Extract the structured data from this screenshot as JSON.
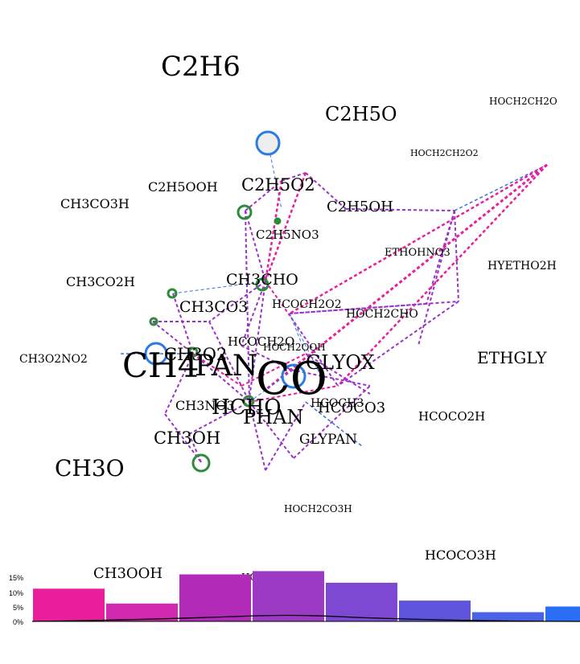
{
  "species": [
    "C2H6",
    "C2H5O",
    "HOCH2CH2O",
    "HOCH2CH2O2",
    "C2H5OOH",
    "C2H5O2",
    "CH3CO3H",
    "C2H5OH",
    "C2H5NO3",
    "ETHOHNO3",
    "HYETHO2H",
    "CH3CO2H",
    "CH3CHO",
    "HCOCH2O2",
    "CH3CO3",
    "HOCH2CHO",
    "HCOCH2O",
    "HOCH2OOH",
    "CH3O2NO2",
    "CH4",
    "PAN",
    "CH3O2",
    "CO",
    "GLYOX",
    "ETHGLY",
    "CH3NO3",
    "HCHO",
    "HCOCH3",
    "HCOCO3",
    "PHAN",
    "HCOCO2H",
    "CH3OH",
    "GLYPAN",
    "CH3O",
    "HOCH2CO3H",
    "HCOCO3H",
    "CH3OOH",
    "HOCH2CO2H"
  ],
  "histogram": {
    "y_ticks": [
      "15%",
      "10%",
      "5%",
      "0%"
    ],
    "values_pct": [
      11.0,
      6.0,
      15.8,
      16.9,
      13.0,
      7.0,
      3.1,
      5.0
    ],
    "colors": [
      "#e91e9c",
      "#d12ab0",
      "#b22ab8",
      "#9c3ac4",
      "#7d48d2",
      "#5e55dc",
      "#4a62e6",
      "#2a6ef5"
    ]
  },
  "colors": {
    "edge_pink": "#e91e9c",
    "edge_purple": "#9b32c8",
    "edge_blue": "#3d6de0",
    "node_green": "#2e8b3a",
    "node_blue": "#2a7be4"
  }
}
